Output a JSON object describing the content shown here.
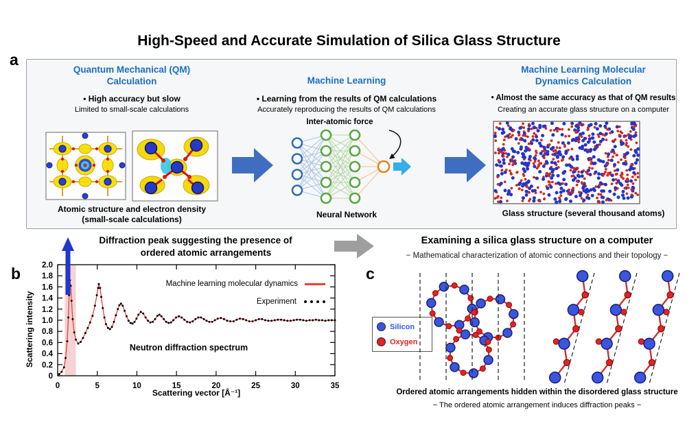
{
  "title": "High-Speed and Accurate Simulation of Silica Glass Structure",
  "colors": {
    "heading_blue": "#1a6fc4",
    "arrow_blue": "#3f6ec0",
    "arrow_gray": "#9e9e9e",
    "diffraction_arrow": "#2038d0",
    "silicon_blue": "#3b55e0",
    "oxygen_red": "#e42222"
  },
  "panel_a": {
    "label": "a",
    "qm": {
      "heading_line1": "Quantum Mechanical (QM)",
      "heading_line2": "Calculation",
      "bullet": "• High accuracy but slow",
      "subtext": "Limited to small-scale calculations",
      "caption_line1": "Atomic structure and electron density",
      "caption_line2": "(small-scale calculations)"
    },
    "ml": {
      "heading": "Machine Learning",
      "bullet": "• Learning from the results of QM calculations",
      "subtext": "Accurately reproducing the results of QM calculations",
      "diagram_label": "Inter-atomic force",
      "caption": "Neural Network"
    },
    "mlmd": {
      "heading_line1": "Machine Learning Molecular",
      "heading_line2": "Dynamics Calculation",
      "bullet": "• Almost the same accuracy as that of QM results",
      "subtext": "Creating an accurate glass structure on a computer",
      "caption": "Glass structure (several thousand atoms)"
    }
  },
  "panel_b": {
    "label": "b",
    "title_line1": "Diffraction peak suggesting the presence of",
    "title_line2": "ordered atomic arrangements",
    "annotation": "Neutron diffraction spectrum"
  },
  "panel_c": {
    "label": "c",
    "title": "Examining a silica glass structure on a computer",
    "subtitle": "− Mathematical characterization of atomic connections and their topology −",
    "legend": [
      {
        "label": "Silicon",
        "color": "#3b55e0"
      },
      {
        "label": "Oxygen",
        "color": "#e42222"
      }
    ],
    "caption_line1": "Ordered atomic arrangements hidden within the disordered glass structure",
    "caption_line2": "− The ordered atomic arrangement induces diffraction peaks −"
  },
  "chart_data": {
    "type": "line",
    "title": "Neutron diffraction spectrum",
    "xlabel": "Scattering vector [Å⁻¹]",
    "ylabel": "Scattering intensity",
    "xlim": [
      0,
      35
    ],
    "ylim": [
      0,
      2.0
    ],
    "x_ticks": [
      0,
      5,
      10,
      15,
      20,
      25,
      30,
      35
    ],
    "y_ticks": [
      0,
      0.2,
      0.4,
      0.6,
      0.8,
      1.0,
      1.2,
      1.4,
      1.6,
      1.8,
      2.0
    ],
    "grid": false,
    "legend_position": "top-right",
    "highlight_band": {
      "x0": 0.9,
      "x1": 2.3,
      "color": "#f6d2d4"
    },
    "series": [
      {
        "name": "Machine learning molecular dynamics",
        "style": "line",
        "color": "#e8402e"
      },
      {
        "name": "Experiment",
        "style": "dots",
        "color": "#000000"
      }
    ],
    "points": [
      [
        0.2,
        0.03
      ],
      [
        0.5,
        0.07
      ],
      [
        0.8,
        0.15
      ],
      [
        1.0,
        0.32
      ],
      [
        1.2,
        0.62
      ],
      [
        1.35,
        1.05
      ],
      [
        1.45,
        1.45
      ],
      [
        1.55,
        1.72
      ],
      [
        1.65,
        1.62
      ],
      [
        1.75,
        1.35
      ],
      [
        1.9,
        1.02
      ],
      [
        2.1,
        0.78
      ],
      [
        2.3,
        0.65
      ],
      [
        2.6,
        0.58
      ],
      [
        2.9,
        0.61
      ],
      [
        3.2,
        0.68
      ],
      [
        3.5,
        0.77
      ],
      [
        3.8,
        0.86
      ],
      [
        4.1,
        0.96
      ],
      [
        4.4,
        1.08
      ],
      [
        4.7,
        1.26
      ],
      [
        4.95,
        1.45
      ],
      [
        5.1,
        1.58
      ],
      [
        5.2,
        1.65
      ],
      [
        5.35,
        1.58
      ],
      [
        5.5,
        1.42
      ],
      [
        5.7,
        1.22
      ],
      [
        5.9,
        1.05
      ],
      [
        6.1,
        0.93
      ],
      [
        6.35,
        0.86
      ],
      [
        6.6,
        0.84
      ],
      [
        6.85,
        0.88
      ],
      [
        7.1,
        0.97
      ],
      [
        7.35,
        1.09
      ],
      [
        7.6,
        1.2
      ],
      [
        7.8,
        1.27
      ],
      [
        8.0,
        1.3
      ],
      [
        8.2,
        1.26
      ],
      [
        8.45,
        1.17
      ],
      [
        8.7,
        1.07
      ],
      [
        8.95,
        0.99
      ],
      [
        9.2,
        0.95
      ],
      [
        9.45,
        0.94
      ],
      [
        9.7,
        0.97
      ],
      [
        9.95,
        1.03
      ],
      [
        10.2,
        1.1
      ],
      [
        10.5,
        1.15
      ],
      [
        10.8,
        1.12
      ],
      [
        11.1,
        1.05
      ],
      [
        11.4,
        0.99
      ],
      [
        11.7,
        0.96
      ],
      [
        12.0,
        0.97
      ],
      [
        12.3,
        1.02
      ],
      [
        12.6,
        1.08
      ],
      [
        12.85,
        1.1
      ],
      [
        13.1,
        1.07
      ],
      [
        13.4,
        1.02
      ],
      [
        13.7,
        0.97
      ],
      [
        14.0,
        0.95
      ],
      [
        14.3,
        0.96
      ],
      [
        14.6,
        1.0
      ],
      [
        14.95,
        1.05
      ],
      [
        15.3,
        1.07
      ],
      [
        15.65,
        1.05
      ],
      [
        16.0,
        1.01
      ],
      [
        16.35,
        0.97
      ],
      [
        16.7,
        0.96
      ],
      [
        17.05,
        0.98
      ],
      [
        17.4,
        1.02
      ],
      [
        17.75,
        1.05
      ],
      [
        18.1,
        1.05
      ],
      [
        18.45,
        1.02
      ],
      [
        18.8,
        0.99
      ],
      [
        19.15,
        0.97
      ],
      [
        19.5,
        0.97
      ],
      [
        19.85,
        1.0
      ],
      [
        20.2,
        1.03
      ],
      [
        20.6,
        1.04
      ],
      [
        21.0,
        1.02
      ],
      [
        21.4,
        0.99
      ],
      [
        21.8,
        0.98
      ],
      [
        22.2,
        0.98
      ],
      [
        22.6,
        1.01
      ],
      [
        23.0,
        1.03
      ],
      [
        23.4,
        1.02
      ],
      [
        23.8,
        1.0
      ],
      [
        24.2,
        0.98
      ],
      [
        24.6,
        0.98
      ],
      [
        25.0,
        1.0
      ],
      [
        25.4,
        1.02
      ],
      [
        25.8,
        1.02
      ],
      [
        26.2,
        1.0
      ],
      [
        26.6,
        0.99
      ],
      [
        27.0,
        0.99
      ],
      [
        27.4,
        1.0
      ],
      [
        27.8,
        1.01
      ],
      [
        28.2,
        1.01
      ],
      [
        28.6,
        1.0
      ],
      [
        29.0,
        0.99
      ],
      [
        29.4,
        0.99
      ],
      [
        29.8,
        1.0
      ],
      [
        30.2,
        1.01
      ],
      [
        30.6,
        1.01
      ],
      [
        31.0,
        1.0
      ],
      [
        31.4,
        0.99
      ],
      [
        31.8,
        1.0
      ],
      [
        32.2,
        1.0
      ],
      [
        32.6,
        1.01
      ],
      [
        33.0,
        1.0
      ],
      [
        33.4,
        1.0
      ],
      [
        33.8,
        0.99
      ],
      [
        34.2,
        1.0
      ],
      [
        34.6,
        1.0
      ],
      [
        35.0,
        1.0
      ]
    ]
  }
}
